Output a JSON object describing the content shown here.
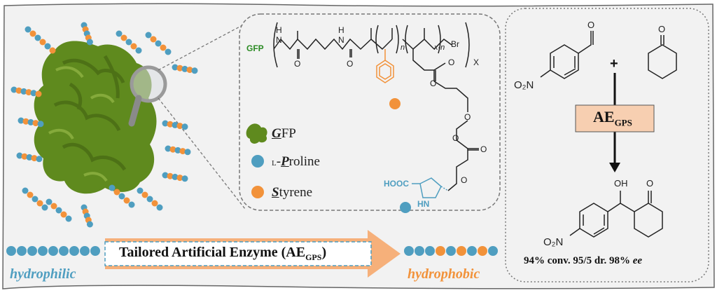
{
  "colors": {
    "background": "#f2f2f2",
    "gfp_green": "#5f8a1e",
    "proline_blue": "#4f9ec0",
    "styrene_orange": "#f2923a",
    "arrow_orange": "#f6b07a",
    "ae_box": "#f7cfb1",
    "hydrophilic_text": "#4f9ec0",
    "hydrophobic_text": "#f2923a"
  },
  "structure": {
    "gfp_label": "GFP",
    "subscript_n": "n",
    "subscript_xn": "x-n",
    "bromo": "Br",
    "repeat_x": "X",
    "atom_H": "H",
    "atom_N": "N",
    "atom_O": "O",
    "cooh": "HOOC",
    "nh": "HN"
  },
  "legend": {
    "gfp": {
      "prefix": "G",
      "suffix": "FP"
    },
    "proline": {
      "small_l": "L",
      "dash": "-",
      "prefix": "P",
      "suffix": "roline"
    },
    "styrene": {
      "prefix": "S",
      "suffix": "tyrene"
    }
  },
  "reaction": {
    "reactant1_group": "O₂N",
    "reactant_oxygen": "O",
    "plus": "+",
    "catalyst": "AE",
    "catalyst_sub": "GPS",
    "product_oh": "OH",
    "product_oxygen": "O",
    "product_group": "O₂N",
    "result": "94% conv. 95/5 dr. 98%",
    "result_ee": "ee"
  },
  "bottom": {
    "arrow_label": "Tailored Artificial Enzyme (AE",
    "arrow_label_sub": "GPS",
    "arrow_label_end": ")",
    "hydrophilic": "hydrophilic",
    "hydrophobic": "hydrophobic"
  }
}
